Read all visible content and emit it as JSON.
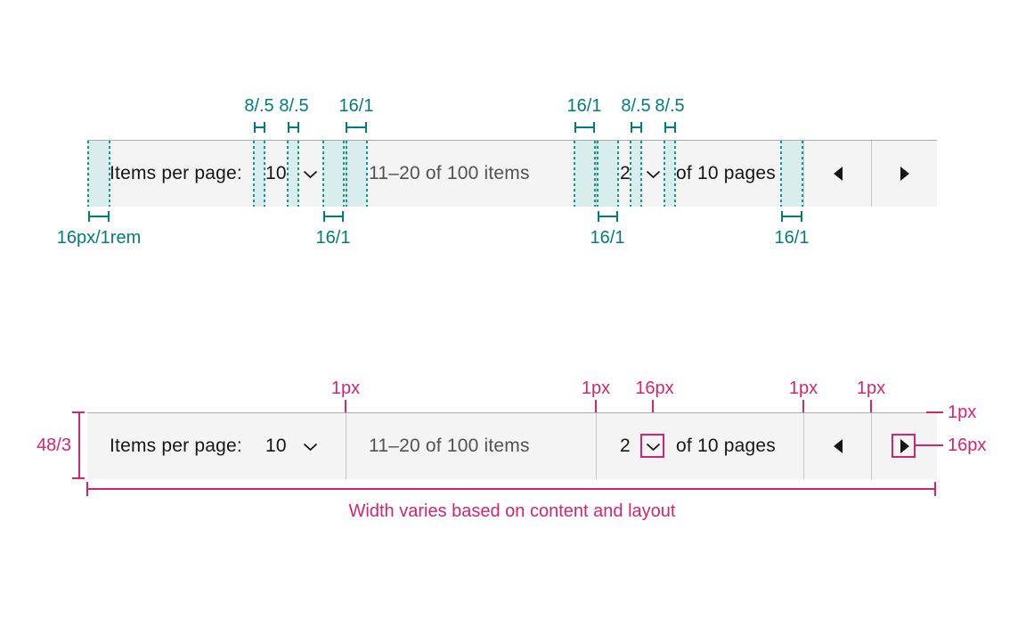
{
  "colors": {
    "teal_annotation": "#007d79",
    "teal_highlight_fill": "#d9eeec",
    "magenta_annotation": "#d02670",
    "bar_background": "#f4f4f4",
    "bar_top_border": "#ababab",
    "section_divider": "#c6c6c6",
    "text_primary": "#161616",
    "text_secondary": "#525252"
  },
  "pagination": {
    "items_per_page_label": "Items per page:",
    "page_size": "10",
    "range_text": "11–20 of 100 items",
    "current_page": "2",
    "total_pages_text": "of 10 pages"
  },
  "top_spec": {
    "above_labels": [
      "8/.5",
      "8/.5",
      "16/1",
      "16/1",
      "8/.5",
      "8/.5"
    ],
    "below_labels": [
      "16px/1rem",
      "16/1",
      "16/1",
      "16/1"
    ]
  },
  "bottom_spec": {
    "height_label": "48/3",
    "divider_labels": [
      "1px",
      "1px",
      "1px",
      "1px"
    ],
    "chevron_size_label": "16px",
    "border_label": "1px",
    "icon_size_label": "16px",
    "width_note": "Width varies based on content and layout"
  }
}
